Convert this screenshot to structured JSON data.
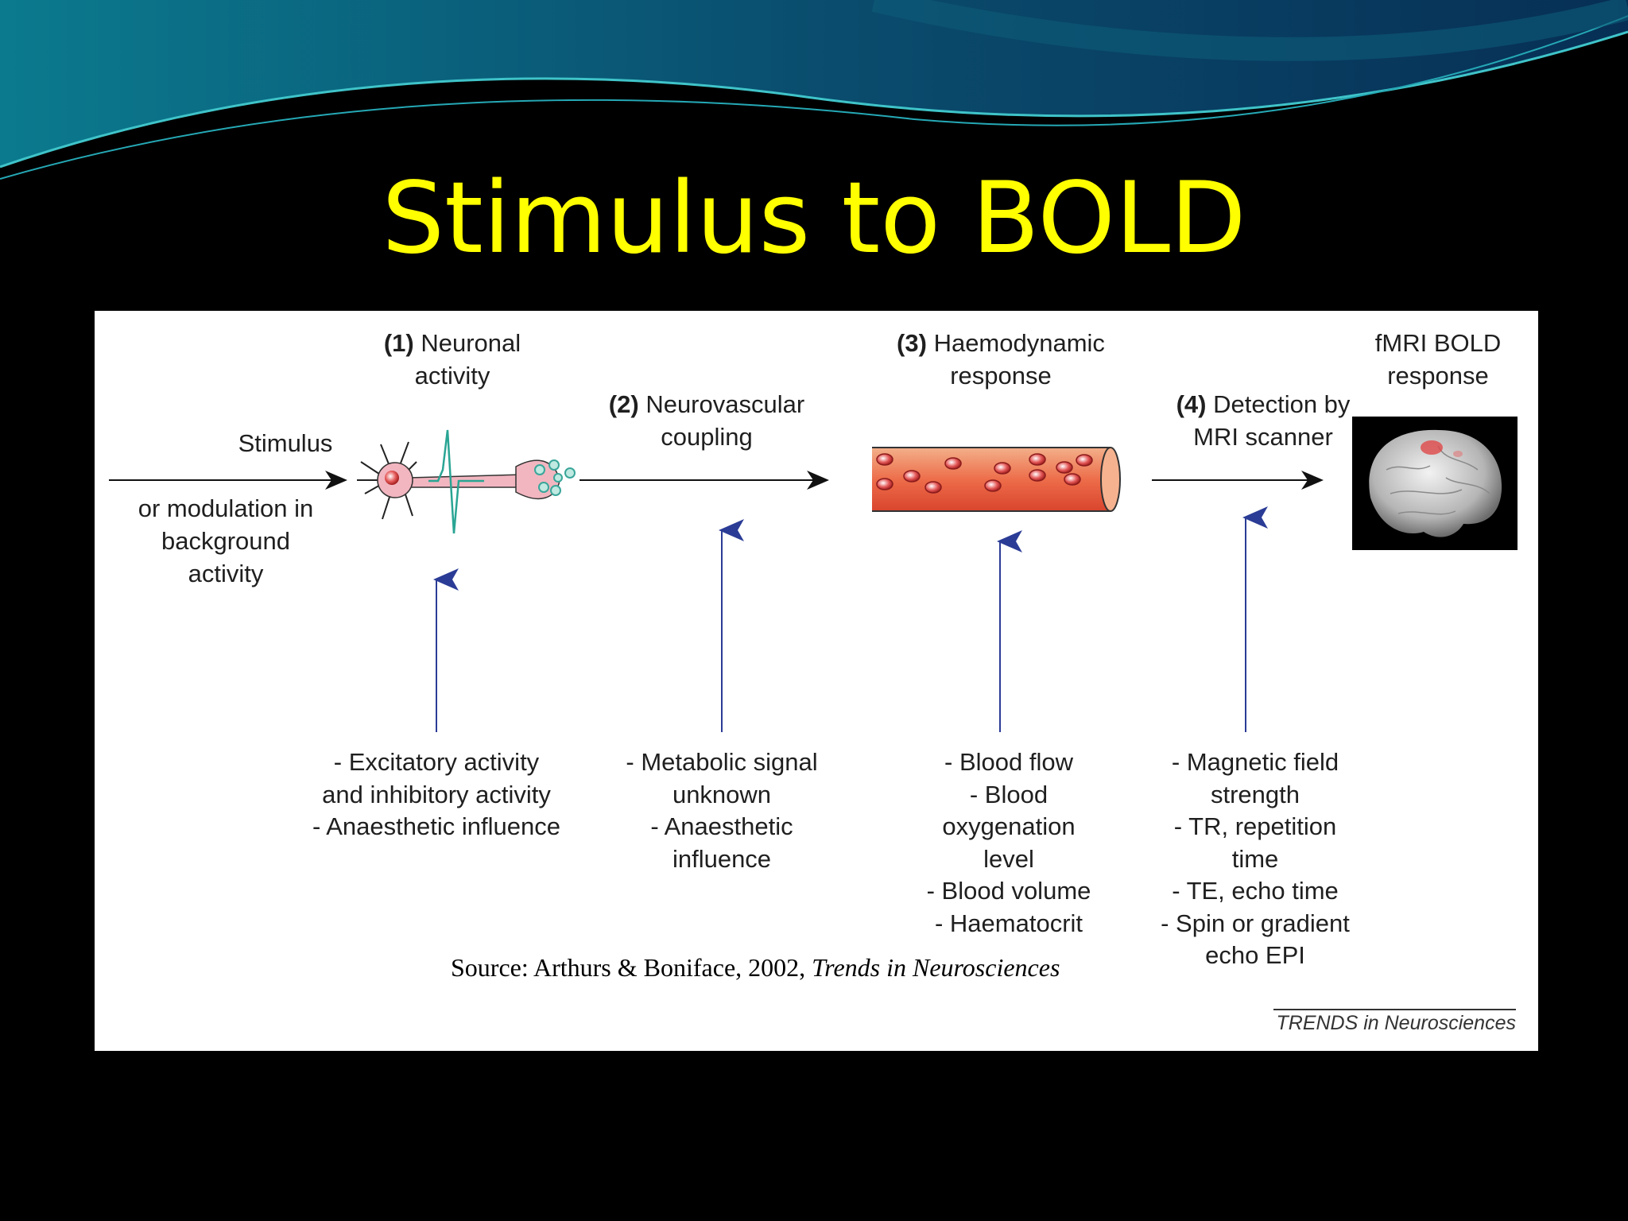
{
  "slide": {
    "title": "Stimulus to BOLD",
    "colors": {
      "background": "#000000",
      "title": "#ffff00",
      "panel": "#ffffff",
      "wave": "#0d6f82",
      "arrow_blue": "#2b3c96"
    }
  },
  "diagram": {
    "stimulus": {
      "label": "Stimulus",
      "sub": "or modulation in background activity"
    },
    "stages": [
      {
        "num": "(1)",
        "label": "Neuronal",
        "label2": "activity",
        "icon": "neuron-icon"
      },
      {
        "num": "(2)",
        "label": "Neurovascular",
        "label2": "coupling"
      },
      {
        "num": "(3)",
        "label": "Haemodynamic",
        "label2": "response",
        "icon": "blood-vessel-icon"
      },
      {
        "num": "(4)",
        "label": "Detection by",
        "label2": "MRI scanner"
      },
      {
        "num": "",
        "label": "fMRI BOLD",
        "label2": "response",
        "icon": "brain-scan-icon"
      }
    ],
    "influences": [
      {
        "text": "- Excitatory activity\nand inhibitory activity\n- Anaesthetic influence"
      },
      {
        "text": "- Metabolic signal\nunknown\n- Anaesthetic\ninfluence"
      },
      {
        "text": "- Blood flow\n- Blood\noxygenation\nlevel\n- Blood volume\n- Haematocrit"
      },
      {
        "text": "- Magnetic field\nstrength\n- TR, repetition\ntime\n- TE, echo time\n- Spin or gradient\necho EPI"
      }
    ]
  },
  "source": {
    "prefix": "Source: Arthurs & Boniface, 2002, ",
    "journal": "Trends in Neurosciences"
  },
  "credit": "TRENDS in Neurosciences"
}
